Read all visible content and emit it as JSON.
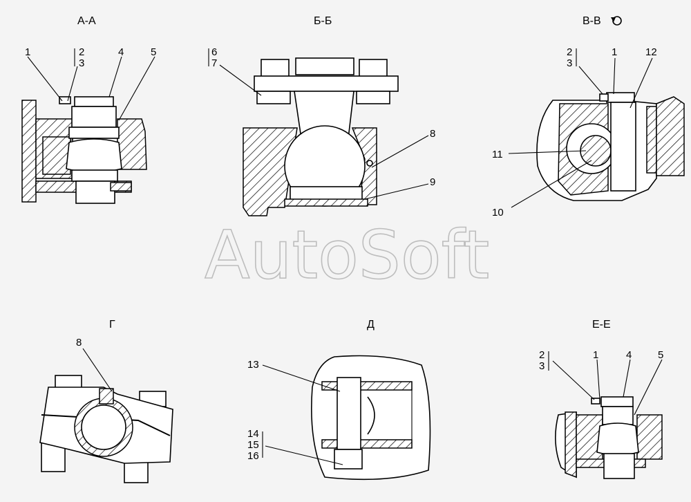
{
  "watermark": "AutoSoft",
  "views": [
    {
      "title": "А-А",
      "callouts": [
        "1",
        "2",
        "3",
        "4",
        "5"
      ]
    },
    {
      "title": "Б-Б",
      "callouts": [
        "6",
        "7",
        "8",
        "9"
      ]
    },
    {
      "title": "В-В",
      "rotation_icon": "rotated-view-icon",
      "callouts": [
        "2",
        "3",
        "1",
        "12",
        "11",
        "10"
      ]
    },
    {
      "title": "Г",
      "callouts": [
        "8"
      ]
    },
    {
      "title": "Д",
      "callouts": [
        "13",
        "14",
        "15",
        "16"
      ]
    },
    {
      "title": "Е-Е",
      "callouts": [
        "2",
        "3",
        "1",
        "4",
        "5"
      ]
    }
  ]
}
